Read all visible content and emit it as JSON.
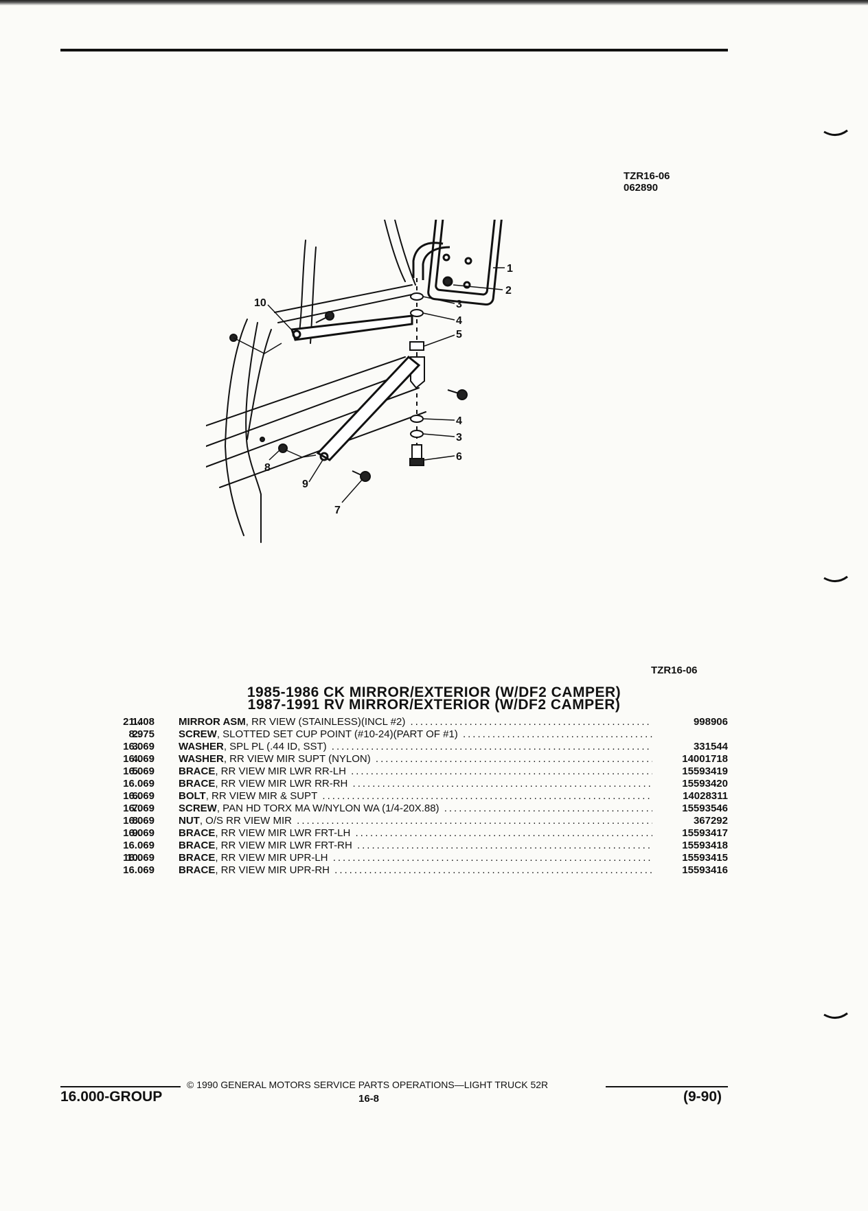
{
  "ref_code": "TZR16-06",
  "ref_date": "062890",
  "ref_code_bottom": "TZR16-06",
  "callouts": [
    "1",
    "2",
    "3",
    "4",
    "5",
    "6",
    "7",
    "8",
    "9",
    "10",
    "3",
    "4"
  ],
  "titles": [
    "1985-1986 CK MIRROR/EXTERIOR (W/DF2 CAMPER)",
    "1987-1991 RV MIRROR/EXTERIOR (W/DF2 CAMPER)"
  ],
  "parts": [
    {
      "num": "1.",
      "code": "21.408",
      "name": "MIRROR ASM",
      "desc": ", RR VIEW (STAINLESS)(INCL #2)",
      "part": "998906"
    },
    {
      "num": "2.",
      "code": "8.975",
      "name": "SCREW",
      "desc": ", SLOTTED SET CUP POINT (#10-24)(PART OF #1)",
      "part": ""
    },
    {
      "num": "3.",
      "code": "16.069",
      "name": "WASHER",
      "desc": ", SPL PL (.44 ID, SST)",
      "part": "331544"
    },
    {
      "num": "4.",
      "code": "16.069",
      "name": "WASHER",
      "desc": ", RR VIEW MIR SUPT (NYLON)",
      "part": "14001718"
    },
    {
      "num": "5.",
      "code": "16.069",
      "name": "BRACE",
      "desc": ", RR VIEW MIR LWR RR-LH",
      "part": "15593419"
    },
    {
      "num": "",
      "code": "16.069",
      "name": "BRACE",
      "desc": ", RR VIEW MIR LWR RR-RH",
      "part": "15593420"
    },
    {
      "num": "6.",
      "code": "16.069",
      "name": "BOLT",
      "desc": ", RR VIEW MIR & SUPT",
      "part": "14028311"
    },
    {
      "num": "7.",
      "code": "16.069",
      "name": "SCREW",
      "desc": ", PAN HD TORX MA W/NYLON WA (1/4-20X.88)",
      "part": "15593546"
    },
    {
      "num": "8.",
      "code": "16.069",
      "name": "NUT",
      "desc": ", O/S RR VIEW MIR",
      "part": "367292"
    },
    {
      "num": "9.",
      "code": "16.069",
      "name": "BRACE",
      "desc": ", RR VIEW MIR LWR FRT-LH",
      "part": "15593417"
    },
    {
      "num": "",
      "code": "16.069",
      "name": "BRACE",
      "desc": ", RR VIEW MIR LWR FRT-RH",
      "part": "15593418"
    },
    {
      "num": "10.",
      "code": "16.069",
      "name": "BRACE",
      "desc": ", RR VIEW MIR UPR-LH",
      "part": "15593415"
    },
    {
      "num": "",
      "code": "16.069",
      "name": "BRACE",
      "desc": ", RR VIEW MIR UPR-RH",
      "part": "15593416"
    }
  ],
  "footer": {
    "copyright": "© 1990 GENERAL MOTORS SERVICE PARTS OPERATIONS—LIGHT TRUCK 52R",
    "group": "16.000-GROUP",
    "page": "16-8",
    "date": "(9-90)"
  }
}
